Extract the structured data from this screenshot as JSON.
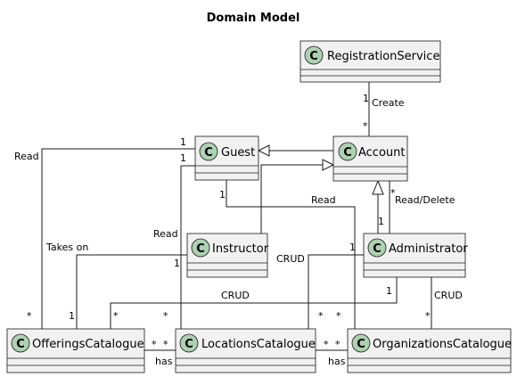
{
  "title": "Domain Model",
  "classes": {
    "registration_service": "RegistrationService",
    "account": "Account",
    "guest": "Guest",
    "instructor": "Instructor",
    "administrator": "Administrator",
    "offerings_catalogue": "OfferingsCatalogue",
    "locations_catalogue": "LocationsCatalogue",
    "organizations_catalogue": "OrganizationsCatalogue"
  },
  "stereotype_glyph": "C",
  "relations": {
    "regservice_account": {
      "label": "Create",
      "source_mult": "1",
      "target_mult": "*"
    },
    "guest_offerings": {
      "label": "Read",
      "source_mult": "1",
      "target_mult": "*"
    },
    "guest_locations": {
      "label": "Read",
      "source_mult": "1",
      "target_mult": "*"
    },
    "guest_organizations": {
      "label": "Read",
      "source_mult": "1",
      "target_mult": "*"
    },
    "instructor_offerings": {
      "label": "Takes on",
      "source_mult": "1",
      "target_mult": "1"
    },
    "account_administrator": {
      "label": "Read/Delete",
      "source_mult": "*",
      "target_mult": "1"
    },
    "admin_offerings": {
      "label": "CRUD",
      "source_mult": "1",
      "target_mult": "*"
    },
    "admin_locations": {
      "label": "CRUD",
      "source_mult": "1",
      "target_mult": "*"
    },
    "admin_organizations": {
      "label": "CRUD",
      "source_mult": "",
      "target_mult": "*"
    },
    "offerings_locations": {
      "label": "has",
      "source_mult": "*",
      "target_mult": "*"
    },
    "locations_organizations": {
      "label": "has",
      "source_mult": "*",
      "target_mult": "*"
    }
  }
}
